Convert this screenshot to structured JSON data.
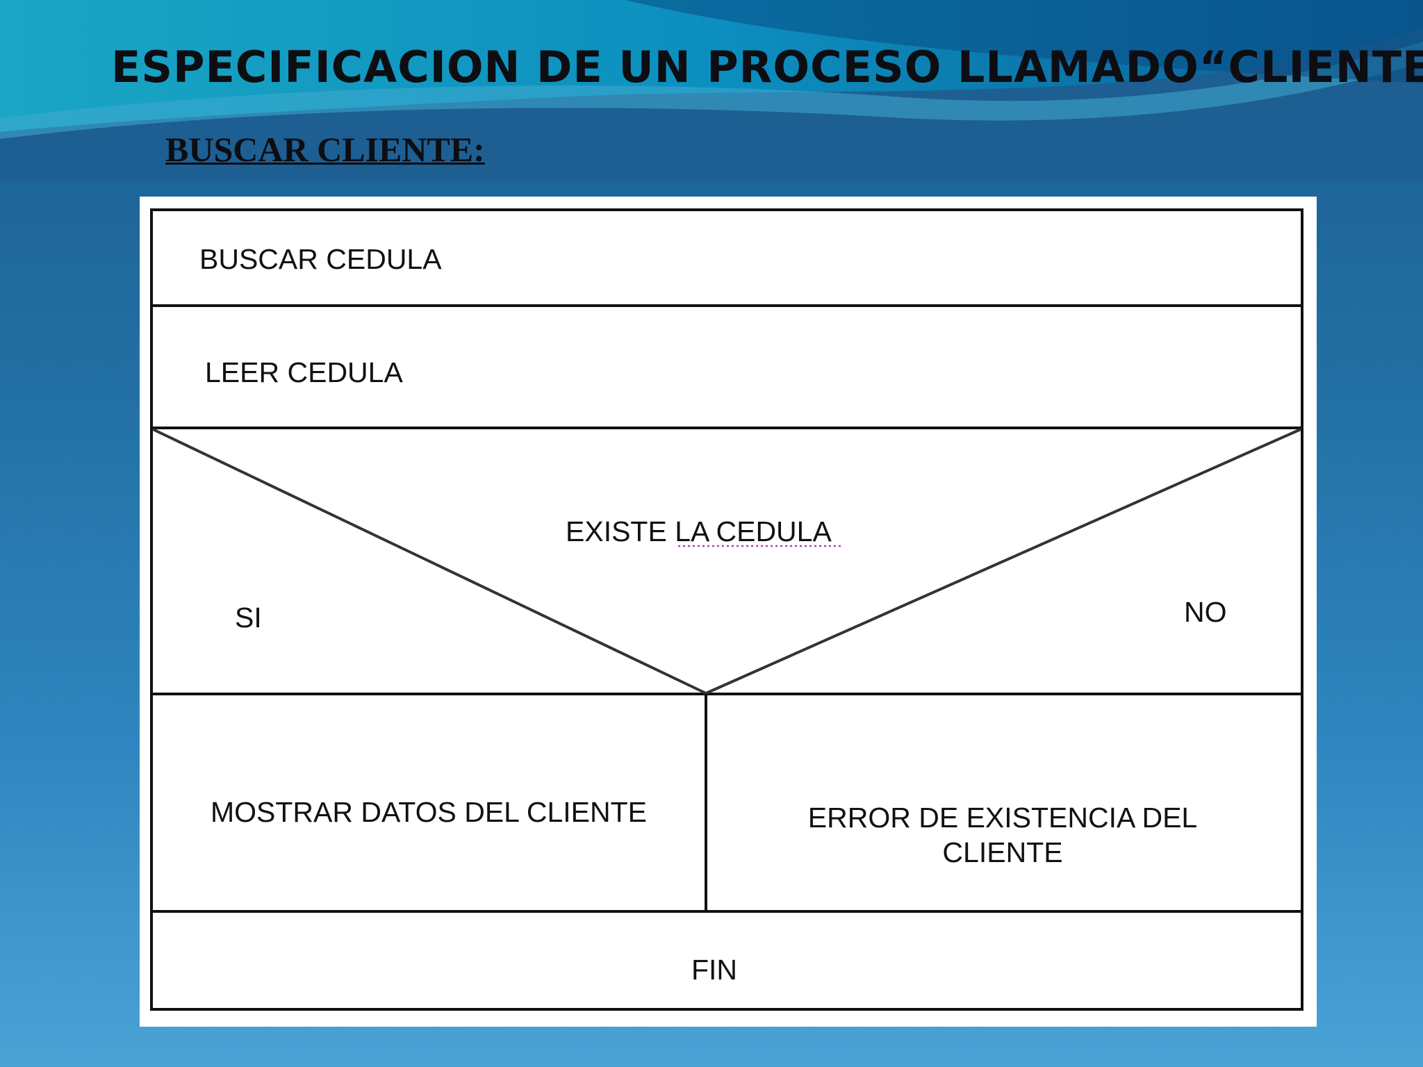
{
  "slide": {
    "title": "ESPECIFICACION DE UN PROCESO LLAMADO“CLIENTE”",
    "subtitle": "BUSCAR CLIENTE:"
  },
  "diagram": {
    "steps": [
      "BUSCAR CEDULA",
      "LEER CEDULA"
    ],
    "decision": {
      "question": "EXISTE LA CEDULA",
      "yes_label": "SI",
      "no_label": "NO"
    },
    "yes_branch": [
      "MOSTRAR DATOS DEL CLIENTE"
    ],
    "no_branch": [
      "ERROR DE EXISTENCIA DEL",
      "CLIENTE"
    ],
    "end": "FIN"
  }
}
